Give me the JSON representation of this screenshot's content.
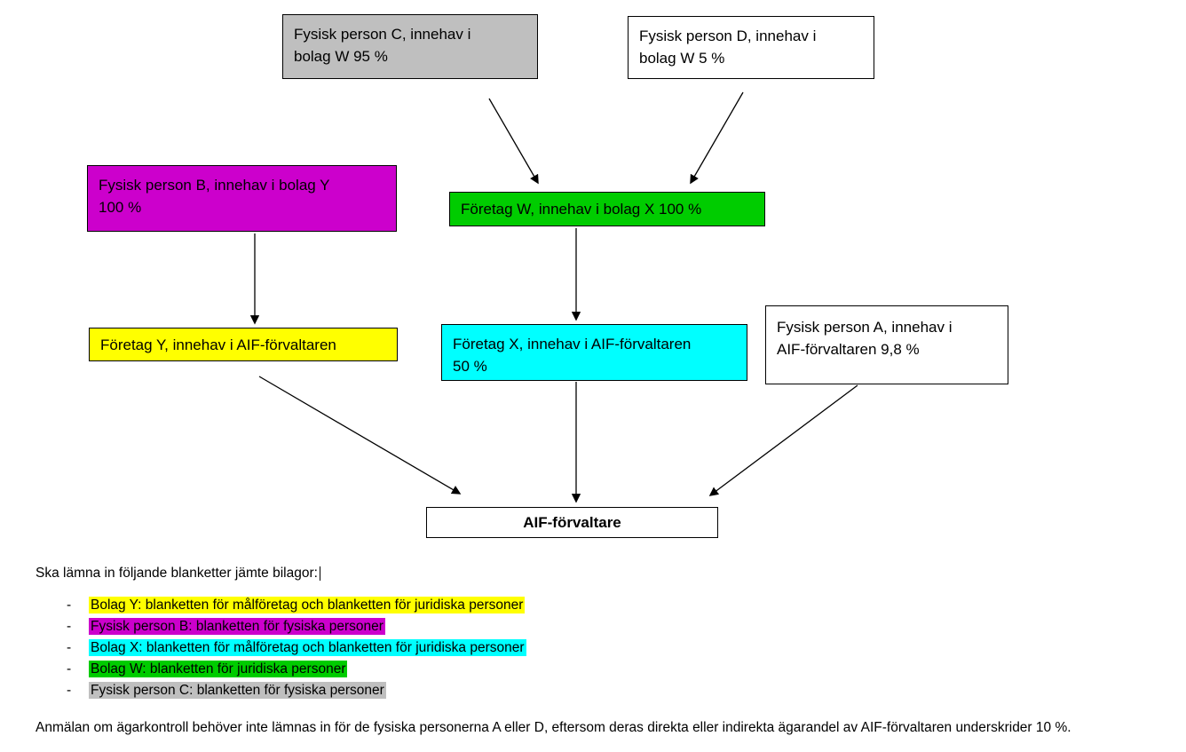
{
  "diagram": {
    "boxes": [
      {
        "id": "person-c",
        "label": "Fysisk person C, innehav i\nbolag W 95 %",
        "color": "#bfbfbf"
      },
      {
        "id": "person-d",
        "label": "Fysisk person D, innehav i\nbolag W 5 %",
        "color": "#ffffff"
      },
      {
        "id": "person-b",
        "label": "Fysisk person B, innehav i bolag Y\n100 %",
        "color": "#cc00cc"
      },
      {
        "id": "foretag-w",
        "label": "Företag W, innehav i bolag X 100 %",
        "color": "#00cc00"
      },
      {
        "id": "foretag-y",
        "label": "Företag Y, innehav i AIF-förvaltaren",
        "color": "#ffff00"
      },
      {
        "id": "foretag-x",
        "label": "Företag X, innehav i AIF-förvaltaren\n50 %",
        "color": "#00ffff"
      },
      {
        "id": "person-a",
        "label": "Fysisk person A, innehav i\nAIF-förvaltaren 9,8 %",
        "color": "#ffffff"
      },
      {
        "id": "aif",
        "label": "AIF-förvaltare",
        "color": "#ffffff"
      }
    ]
  },
  "notes": {
    "intro": "Ska lämna in följande blanketter jämte bilagor:",
    "items": [
      {
        "text": "Bolag Y: blanketten för målföretag och blanketten för juridiska personer",
        "highlight": "#ffff00"
      },
      {
        "text": "Fysisk person B: blanketten för fysiska personer",
        "highlight": "#cc00cc"
      },
      {
        "text": "Bolag X: blanketten för målföretag och blanketten för juridiska personer",
        "highlight": "#00ffff"
      },
      {
        "text": "Bolag W: blanketten för juridiska personer",
        "highlight": "#00cc00"
      },
      {
        "text": "Fysisk person C: blanketten för fysiska personer",
        "highlight": "#bfbfbf"
      }
    ],
    "footer": "Anmälan om ägarkontroll behöver inte lämnas in för de fysiska personerna A eller D, eftersom deras direkta eller indirekta ägarandel av AIF-förvaltaren underskrider 10 %."
  }
}
